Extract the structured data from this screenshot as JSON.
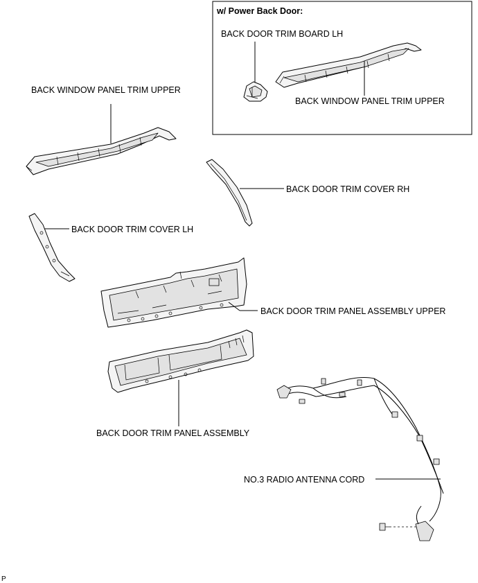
{
  "inset": {
    "title": "w/ Power Back Door:",
    "labels": {
      "trim_board_lh": "BACK DOOR TRIM BOARD LH",
      "window_panel_trim_upper": "BACK WINDOW PANEL TRIM UPPER"
    }
  },
  "labels": {
    "window_panel_trim_upper": "BACK WINDOW PANEL TRIM UPPER",
    "trim_cover_rh": "BACK DOOR TRIM COVER RH",
    "trim_cover_lh": "BACK DOOR TRIM COVER LH",
    "trim_panel_assembly_upper": "BACK DOOR TRIM PANEL ASSEMBLY UPPER",
    "trim_panel_assembly": "BACK DOOR TRIM PANEL ASSEMBLY",
    "radio_antenna_cord": "NO.3 RADIO ANTENNA CORD"
  },
  "footer_code": "P"
}
